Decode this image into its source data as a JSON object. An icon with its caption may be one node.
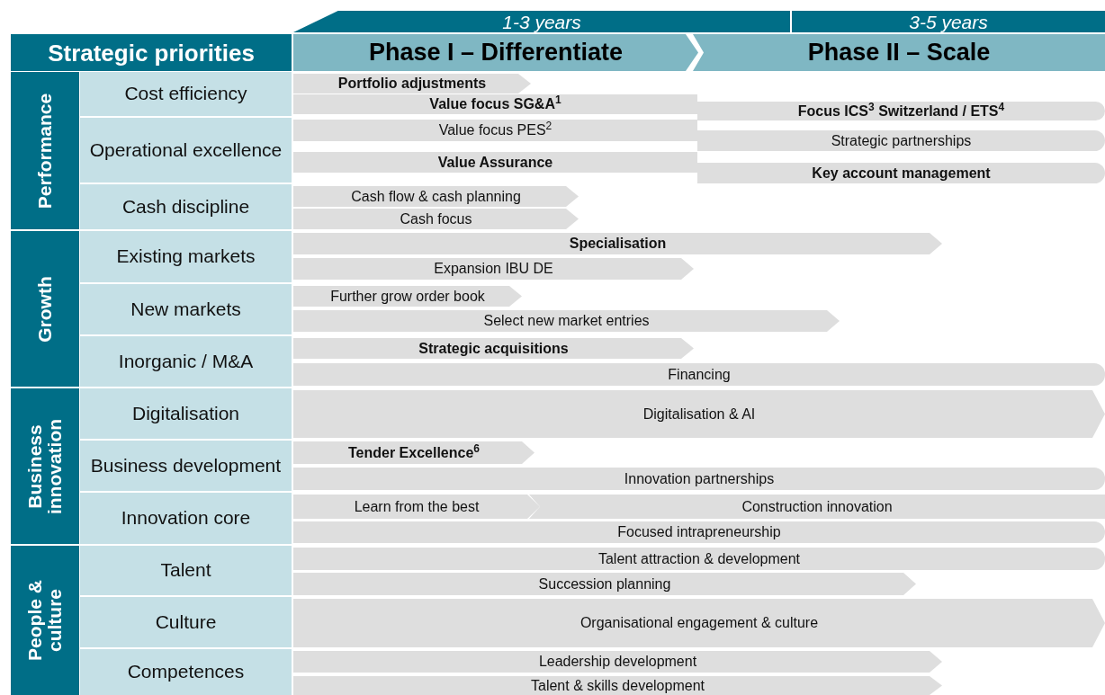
{
  "diagram": {
    "nodes": [
      {
        "text": [
          "Strategic priorities"
        ]
      },
      {
        "text": [
          "1-3 years"
        ]
      },
      {
        "text": [
          "3-5 years"
        ]
      },
      {
        "text": [
          "Phase I – Differentiate"
        ]
      },
      {
        "text": [
          "Phase II – Scale"
        ]
      },
      {
        "text": [
          "Performance"
        ]
      },
      {
        "text": [
          "Cost efficiency"
        ]
      },
      {
        "text": [
          "Operational excellence"
        ]
      },
      {
        "text": [
          "Cash discipline"
        ]
      },
      {
        "text": [
          "Portfolio adjustments"
        ]
      },
      {
        "text": [
          "Value focus SG&A$^{1}$"
        ]
      },
      {
        "text": [
          "Focus ICS$^{3}$ Switzerland / ETS$^{4}$"
        ]
      },
      {
        "text": [
          "Value focus PES$^{2}$"
        ]
      },
      {
        "text": [
          "Strategic partnerships"
        ]
      },
      {
        "text": [
          "Value Assurance"
        ]
      },
      {
        "text": [
          "Key account management"
        ]
      },
      {
        "text": [
          "Cash flow & cash planning"
        ]
      },
      {
        "text": [
          "Cash focus"
        ]
      },
      {
        "text": [
          "Growth"
        ]
      },
      {
        "text": [
          "Existing markets"
        ]
      },
      {
        "text": [
          "New markets"
        ]
      },
      {
        "text": [
          "Inorganic / M&A"
        ]
      },
      {
        "text": [
          "Specialisation"
        ]
      },
      {
        "text": [
          "Expansion IBU DE"
        ]
      },
      {
        "text": [
          "Further grow order book"
        ]
      },
      {
        "text": [
          "Select new market entries"
        ]
      },
      {
        "text": [
          "Strategic acquisitions"
        ]
      },
      {
        "text": [
          "Financing"
        ]
      },
      {
        "text": [
          "Business innovation"
        ]
      },
      {
        "text": [
          "Digitalisation"
        ]
      },
      {
        "text": [
          "Business development"
        ]
      },
      {
        "text": [
          "Innovation core"
        ]
      },
      {
        "text": [
          "Digitalisation & AI"
        ]
      },
      {
        "text": [
          "Tender Excellence$^{6}$"
        ]
      },
      {
        "text": [
          "Innovation partnerships"
        ]
      },
      {
        "text": [
          "Learn from the best"
        ]
      },
      {
        "text": [
          "Construction innovation"
        ]
      },
      {
        "text": [
          "Focused intrapreneurship"
        ]
      },
      {
        "text": [
          "People & culture"
        ]
      },
      {
        "text": [
          "Talent"
        ]
      },
      {
        "text": [
          "Culture"
        ]
      },
      {
        "text": [
          "Competences"
        ]
      },
      {
        "text": [
          "Talent attraction & development"
        ]
      },
      {
        "text": [
          "Succession planning"
        ]
      },
      {
        "text": [
          "Organisational engagement & culture"
        ]
      },
      {
        "text": [
          "Leadership development"
        ]
      },
      {
        "text": [
          "Talent & skills development"
        ]
      }
    ]
  }
}
